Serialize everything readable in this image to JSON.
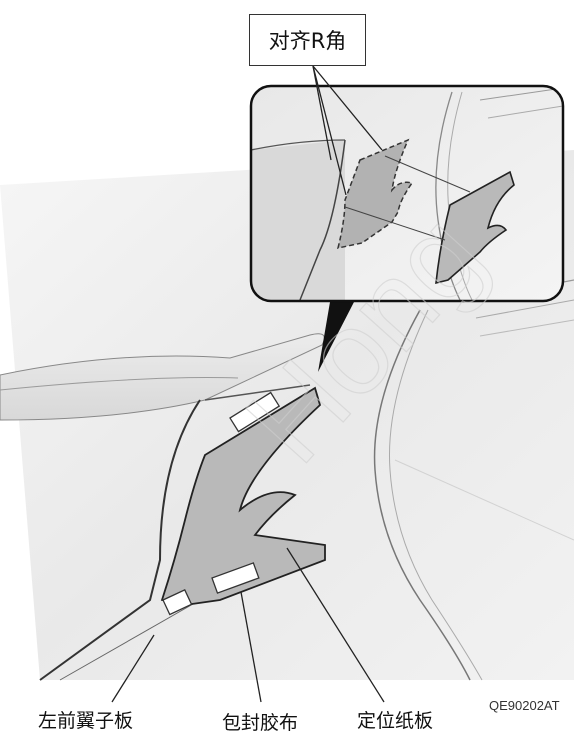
{
  "callout": "对齐R角",
  "labels": {
    "fender": "左前翼子板",
    "tape": "包封胶布",
    "template": "定位纸板"
  },
  "figure_code": "QE90202AT",
  "watermark": "Hong"
}
